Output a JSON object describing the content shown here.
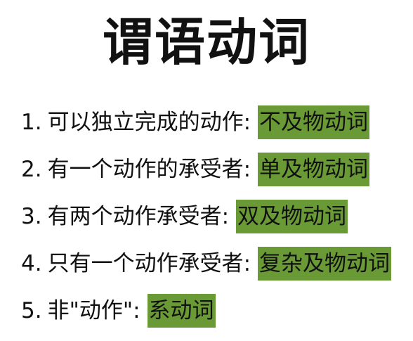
{
  "title": "谓语动词",
  "items": [
    {
      "number": "1.",
      "text": "可以独立完成的动作:",
      "answer": "不及物动词"
    },
    {
      "number": "2.",
      "text": "有一个动作的承受者:",
      "answer": "单及物动词"
    },
    {
      "number": "3.",
      "text": "有两个动作承受者:",
      "answer": "双及物动词"
    },
    {
      "number": "4.",
      "text": "只有一个动作承受者:",
      "answer": "复杂及物动词"
    },
    {
      "number": "5.",
      "text": "非\"动作\":",
      "answer": "系动词"
    }
  ],
  "colors": {
    "highlight": "#6a9a35",
    "text": "#111111",
    "background": "#ffffff"
  }
}
